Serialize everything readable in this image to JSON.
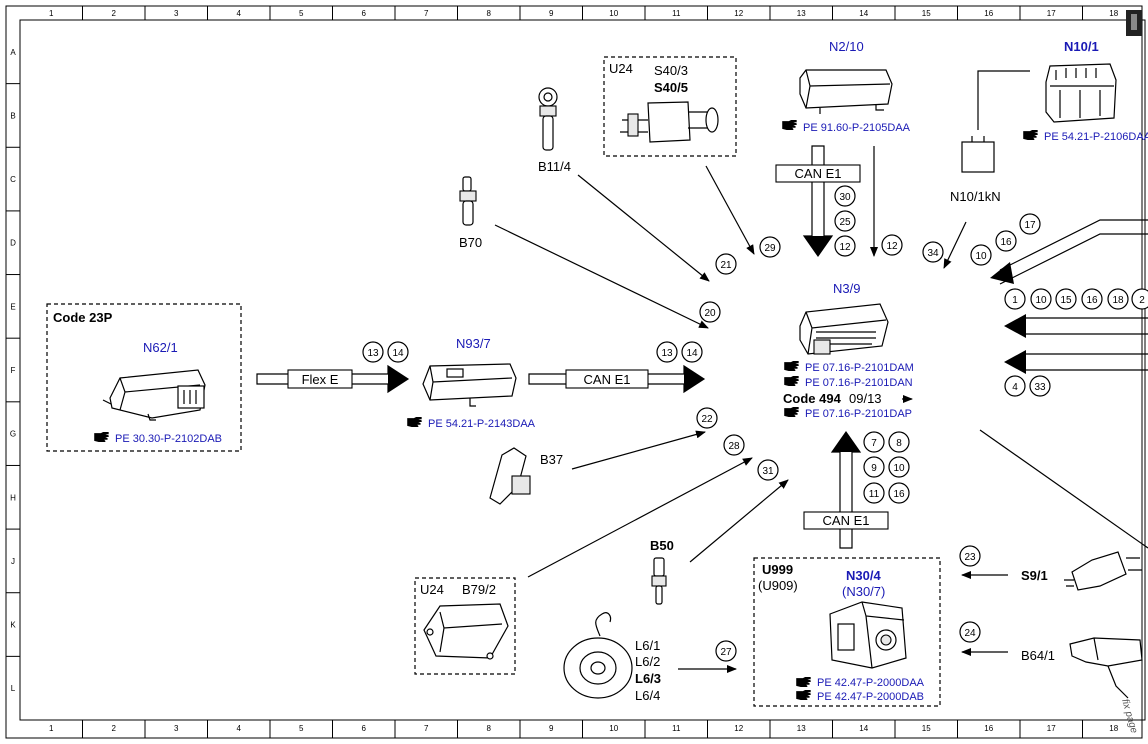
{
  "grid": {
    "columns": [
      "1",
      "2",
      "3",
      "4",
      "5",
      "6",
      "7",
      "8",
      "9",
      "10",
      "11",
      "12",
      "13",
      "14",
      "15",
      "16",
      "17",
      "18"
    ],
    "rows": [
      "A",
      "B",
      "C",
      "D",
      "E",
      "F",
      "G",
      "H",
      "J",
      "K",
      "L"
    ]
  },
  "labels": {
    "code23p": "Code 23P",
    "n62_1": "N62/1",
    "n62_1_ref": "PE 30.30-P-2102DAB",
    "flexe": "Flex E",
    "n93_7": "N93/7",
    "n93_7_ref": "PE 54.21-P-2143DAA",
    "cane1_a": "CAN E1",
    "cane1_b": "CAN E1",
    "cane1_c": "CAN E1",
    "b70": "B70",
    "b11_4": "B11/4",
    "u24_top": "U24",
    "s40_3": "S40/3",
    "s40_5": "S40/5",
    "n2_10": "N2/10",
    "n2_10_ref": "PE 91.60-P-2105DAA",
    "n10_1": "N10/1",
    "n10_1_ref": "PE 54.21-P-2106DAA",
    "n10_1kn": "N10/1kN",
    "n3_9": "N3/9",
    "n3_9_ref1": "PE 07.16-P-2101DAM",
    "n3_9_ref2": "PE 07.16-P-2101DAN",
    "code494": "Code 494",
    "code494_date": "09/13",
    "n3_9_ref3": "PE 07.16-P-2101DAP",
    "b37": "B37",
    "u24_bottom": "U24",
    "b79_2": "B79/2",
    "b50": "B50",
    "l6_1": "L6/1",
    "l6_2": "L6/2",
    "l6_3": "L6/3",
    "l6_4": "L6/4",
    "u999": "U999",
    "u909": "(U909)",
    "n30_4": "N30/4",
    "n30_7": "(N30/7)",
    "n30_ref1": "PE 42.47-P-2000DAA",
    "n30_ref2": "PE 42.47-P-2000DAB",
    "s9_1": "S9/1",
    "b64_1": "B64/1",
    "side_note": "fix page"
  },
  "circle_numbers": {
    "c13a": "13",
    "c14a": "14",
    "c13b": "13",
    "c14b": "14",
    "c21": "21",
    "c20": "20",
    "c29": "29",
    "c22": "22",
    "c28": "28",
    "c31": "31",
    "c30": "30",
    "c25": "25",
    "c12a": "12",
    "c12b": "12",
    "c34": "34",
    "c10a": "10",
    "c16a": "16",
    "c17": "17",
    "r1": "1",
    "r10": "10",
    "r15": "15",
    "r16": "16",
    "r18": "18",
    "r2": "2",
    "c4": "4",
    "c33": "33",
    "c7": "7",
    "c8": "8",
    "c9": "9",
    "c10b": "10",
    "c11": "11",
    "c16b": "16",
    "c27": "27",
    "c23": "23",
    "c24": "24"
  },
  "icons": [
    "hand-pointer-icon"
  ],
  "colors": {
    "text": "#000000",
    "component_label": "#1a1ab5"
  }
}
